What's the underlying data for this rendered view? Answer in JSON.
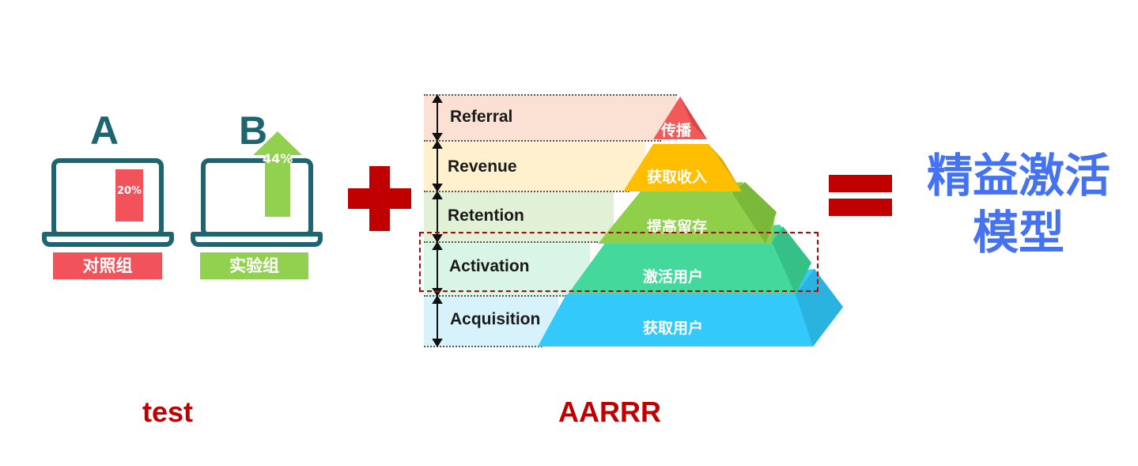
{
  "ab_test": {
    "group_a": {
      "letter": "A",
      "value_label": "20%",
      "label": "对照组"
    },
    "group_b": {
      "letter": "B",
      "value_label": "44%",
      "label": "实验组"
    },
    "caption": "test"
  },
  "aarrr": {
    "caption": "AARRR",
    "stages": [
      {
        "name": "Referral",
        "cn": "传播"
      },
      {
        "name": "Revenue",
        "cn": "获取收入"
      },
      {
        "name": "Retention",
        "cn": "提高留存"
      },
      {
        "name": "Activation",
        "cn": "激活用户"
      },
      {
        "name": "Acquisition",
        "cn": "获取用户"
      }
    ]
  },
  "result": {
    "line1": "精益激活",
    "line2": "模型"
  },
  "colors": {
    "teal": "#1d6670",
    "red": "#c00000",
    "group_a": "#f2535a",
    "group_b": "#92d050",
    "result_blue": "#4472f0",
    "referral": "#f25a5a",
    "revenue": "#ffbf00",
    "retention": "#8fcf4a",
    "activation": "#45d89d",
    "acquisition": "#33c9fa"
  }
}
